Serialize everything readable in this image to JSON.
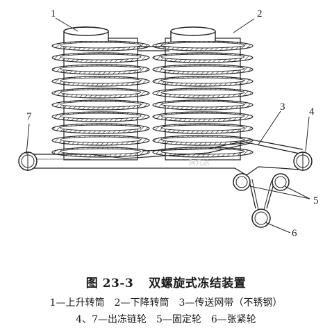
{
  "figure": {
    "labels": [
      "1",
      "2",
      "3",
      "4",
      "5",
      "6",
      "7"
    ],
    "watermark": "阿凡达"
  },
  "caption": {
    "number": "图 23-3",
    "title": "双螺旋式冻结装置",
    "legend_line1": "1—上升转筒　2—下降转筒　3—传送网带（不锈钢）",
    "legend_line2": "4、7—出冻链轮　5—固定轮　6—张紧轮"
  }
}
